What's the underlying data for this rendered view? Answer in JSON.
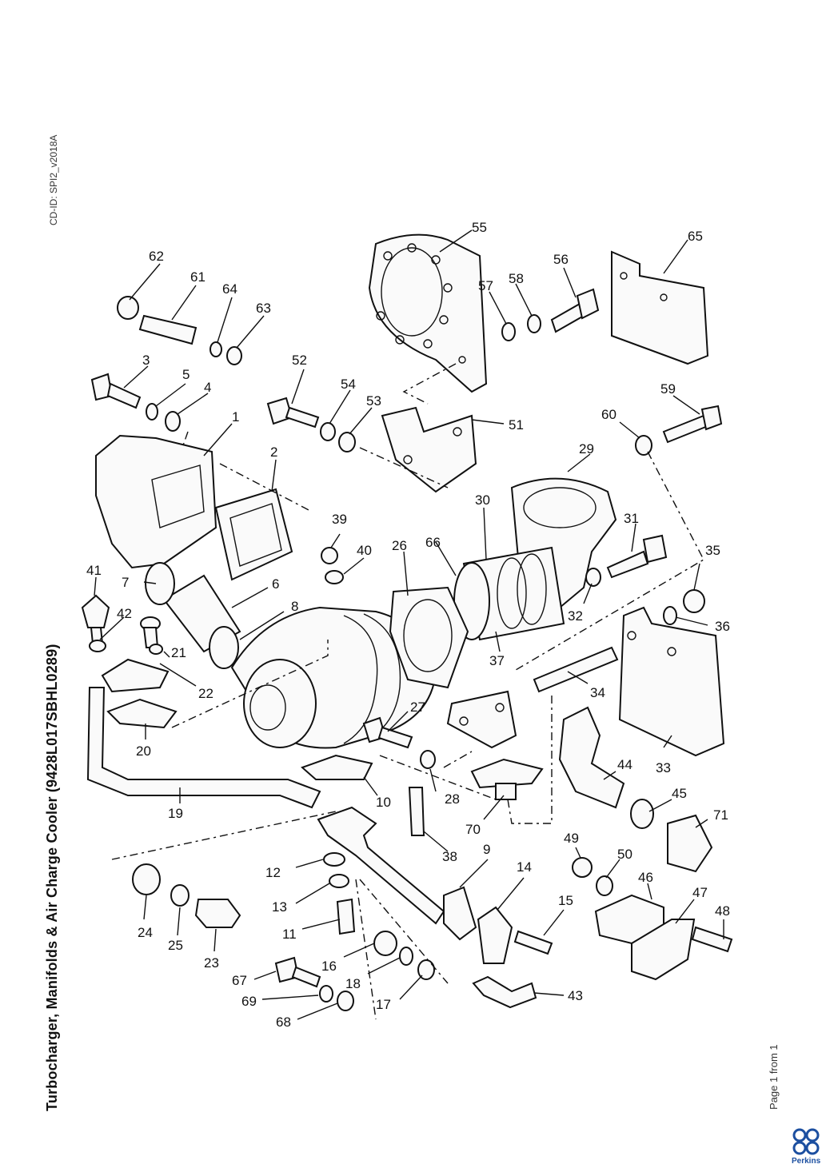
{
  "document": {
    "title": "Turbocharger, Manifolds & Air Charge Cooler (9428L017SBHL0289)",
    "cd_id": "CD-ID: SPI2_v2018A",
    "page_info": "Page 1 from 1",
    "brand": "Perkins"
  },
  "diagram": {
    "callouts": [
      "1",
      "2",
      "3",
      "4",
      "5",
      "6",
      "7",
      "8",
      "9",
      "10",
      "11",
      "12",
      "13",
      "14",
      "15",
      "16",
      "17",
      "18",
      "19",
      "20",
      "21",
      "22",
      "23",
      "24",
      "25",
      "26",
      "27",
      "28",
      "29",
      "30",
      "31",
      "32",
      "33",
      "34",
      "35",
      "36",
      "37",
      "38",
      "39",
      "40",
      "41",
      "42",
      "43",
      "44",
      "45",
      "46",
      "47",
      "48",
      "49",
      "50",
      "51",
      "52",
      "53",
      "54",
      "55",
      "56",
      "57",
      "58",
      "59",
      "60",
      "61",
      "62",
      "63",
      "64",
      "65",
      "66",
      "67",
      "68",
      "69",
      "70",
      "71"
    ]
  }
}
